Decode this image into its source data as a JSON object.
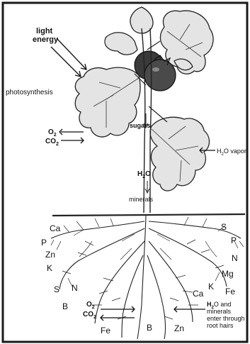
{
  "labels": {
    "light_energy_line1": "light",
    "light_energy_line2": "energy",
    "photosynthesis": "photosynthesis",
    "o2_leaf": "O",
    "o2_leaf_sub": "2",
    "co2_leaf": "CO",
    "co2_leaf_sub": "2",
    "sugars": "sugars",
    "h2o_vapor_h": "H",
    "h2o_vapor_sub": "2",
    "h2o_vapor_rest": "O vapor",
    "h2o_stem_h": "H",
    "h2o_stem_sub": "2",
    "h2o_stem_o": "O",
    "minerals": "minerals",
    "o2_root": "O",
    "o2_root_sub": "2",
    "co2_root": "CO",
    "co2_root_sub": "2",
    "root_uptake_line1_h": "H",
    "root_uptake_line1_sub": "2",
    "root_uptake_line1_rest": "O and",
    "root_uptake_line2": "minerals",
    "root_uptake_line3": "enter through",
    "root_uptake_line4": "root hairs"
  },
  "minerals_list": {
    "ca_left": "Ca",
    "p_left": "P",
    "zn_left": "Zn",
    "k_left": "K",
    "s_left": "S",
    "n_left": "N",
    "b_left": "B",
    "fe_bottom": "Fe",
    "b_bottom": "B",
    "zn_bottom": "Zn",
    "s_right": "S",
    "p_right": "P",
    "n_right": "N",
    "mg_right": "Mg",
    "k_right": "K",
    "fe_right": "Fe",
    "ca_right": "Ca"
  }
}
